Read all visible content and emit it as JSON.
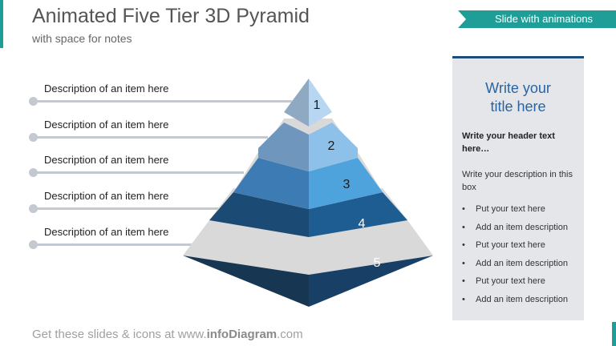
{
  "header": {
    "title": "Animated Five Tier 3D Pyramid",
    "subtitle": "with space for notes"
  },
  "ribbon": {
    "label": "Slide with animations",
    "color": "#1f9e97"
  },
  "descriptions": [
    "Description of an item here",
    "Description of an item here",
    "Description of an item here",
    "Description of an item here",
    "Description of an item here"
  ],
  "pyramid": {
    "tiers": [
      {
        "number": "1",
        "left_color": "#8fa9c2",
        "right_color": "#b7d6f1"
      },
      {
        "number": "2",
        "left_color": "#6f96bd",
        "right_color": "#8dc1e9"
      },
      {
        "number": "3",
        "left_color": "#3c7bb3",
        "right_color": "#4fa3dc"
      },
      {
        "number": "4",
        "left_color": "#1b4b74",
        "right_color": "#1e5d92"
      },
      {
        "number": "5",
        "left_color": "#163651",
        "right_color": "#183f66"
      }
    ],
    "ledge_color": "#d9d9d9"
  },
  "panel": {
    "title_line1": "Write your",
    "title_line2": "title here",
    "header_text": "Write your header text here…",
    "description": "Write your description in this box",
    "bullets": [
      "Put your text here",
      "Add an item description",
      "Put your text here",
      "Add an item description",
      "Put your text here",
      "Add an item description"
    ]
  },
  "footer": {
    "prefix": "Get these slides & icons at www.",
    "brand": "infoDiagram",
    "suffix": ".com"
  }
}
